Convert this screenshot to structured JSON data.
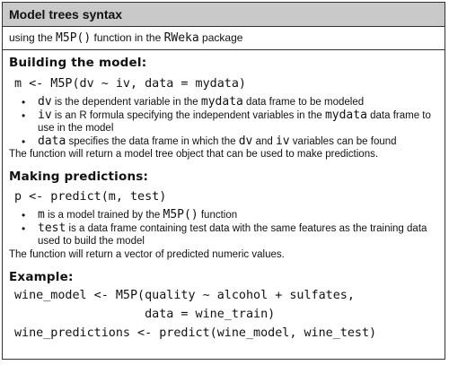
{
  "title": "Model trees syntax",
  "subtitle": {
    "prefix": "using the ",
    "func": "M5P()",
    "middle": " function in the ",
    "package": "RWeka",
    "suffix": " package"
  },
  "building": {
    "heading": "Building the model:",
    "code": "m <- M5P(dv ~ iv, data = mydata)",
    "bullets": [
      {
        "code1": "dv",
        "text1": " is the dependent variable in the ",
        "code2": "mydata",
        "text2": " data frame to be modeled"
      },
      {
        "code1": "iv",
        "text1": " is an R formula specifying the independent variables in the ",
        "code2": "mydata",
        "text2": " data frame to use in the model"
      },
      {
        "code1": "data",
        "text1": " specifies the data frame in which the ",
        "code2": "dv",
        "text2": " and ",
        "code3": "iv",
        "text3": " variables can be found"
      }
    ],
    "return_text": "The function will return a model tree object that can be used to make predictions."
  },
  "predicting": {
    "heading": "Making predictions:",
    "code": "p <- predict(m, test)",
    "bullets": [
      {
        "code1": "m",
        "text1": " is a model trained by the ",
        "code2": "M5P()",
        "text2": " function"
      },
      {
        "code1": "test",
        "text1": " is a data frame containing test data with the same features as the training data used to build the model"
      }
    ],
    "return_text": "The function will return a vector of predicted numeric values."
  },
  "example": {
    "heading": "Example:",
    "code_lines": [
      "wine_model <- M5P(quality ~ alcohol + sulfates,",
      "                  data = wine_train)",
      "wine_predictions <- predict(wine_model, wine_test)"
    ]
  }
}
